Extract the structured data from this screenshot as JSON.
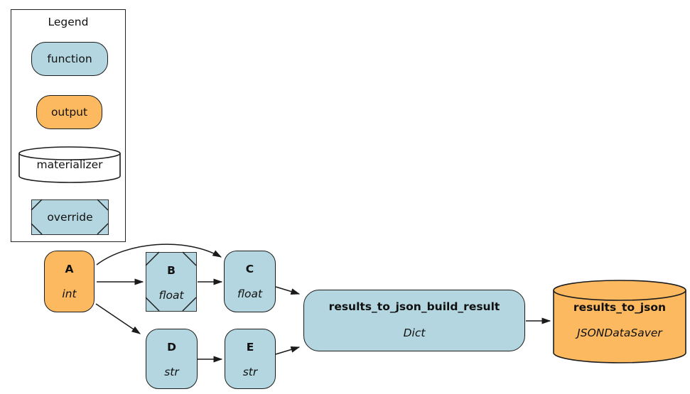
{
  "legend": {
    "title": "Legend",
    "items": [
      {
        "label": "function",
        "shape": "rounded-rect",
        "fill": "#b3d6e0"
      },
      {
        "label": "output",
        "shape": "rounded-rect",
        "fill": "#fcb95f"
      },
      {
        "label": "materializer",
        "shape": "cylinder",
        "fill": "#ffffff"
      },
      {
        "label": "override",
        "shape": "msquare",
        "fill": "#b3d6e0"
      }
    ]
  },
  "nodes": {
    "a": {
      "name": "A",
      "type": "int",
      "shape": "rounded-rect",
      "role": "output"
    },
    "b": {
      "name": "B",
      "type": "float",
      "shape": "msquare",
      "role": "override"
    },
    "c": {
      "name": "C",
      "type": "float",
      "shape": "rounded-rect",
      "role": "function"
    },
    "d": {
      "name": "D",
      "type": "str",
      "shape": "rounded-rect",
      "role": "function"
    },
    "e": {
      "name": "E",
      "type": "str",
      "shape": "rounded-rect",
      "role": "function"
    },
    "build_result": {
      "name": "results_to_json_build_result",
      "type": "Dict",
      "shape": "rounded-rect",
      "role": "function"
    },
    "saver": {
      "name": "results_to_json",
      "type": "JSONDataSaver",
      "shape": "cylinder",
      "role": "materializer"
    }
  },
  "edges": [
    {
      "from": "A",
      "to": "C"
    },
    {
      "from": "A",
      "to": "B"
    },
    {
      "from": "A",
      "to": "D"
    },
    {
      "from": "B",
      "to": "C"
    },
    {
      "from": "D",
      "to": "E"
    },
    {
      "from": "C",
      "to": "results_to_json_build_result"
    },
    {
      "from": "E",
      "to": "results_to_json_build_result"
    },
    {
      "from": "results_to_json_build_result",
      "to": "results_to_json"
    }
  ],
  "colors": {
    "function_fill": "#b3d6e0",
    "output_fill": "#fcb95f",
    "materializer_fill": "#ffffff",
    "node_border": "#1c1c1c",
    "edge": "#1a1a1a",
    "background": "#ffffff"
  }
}
